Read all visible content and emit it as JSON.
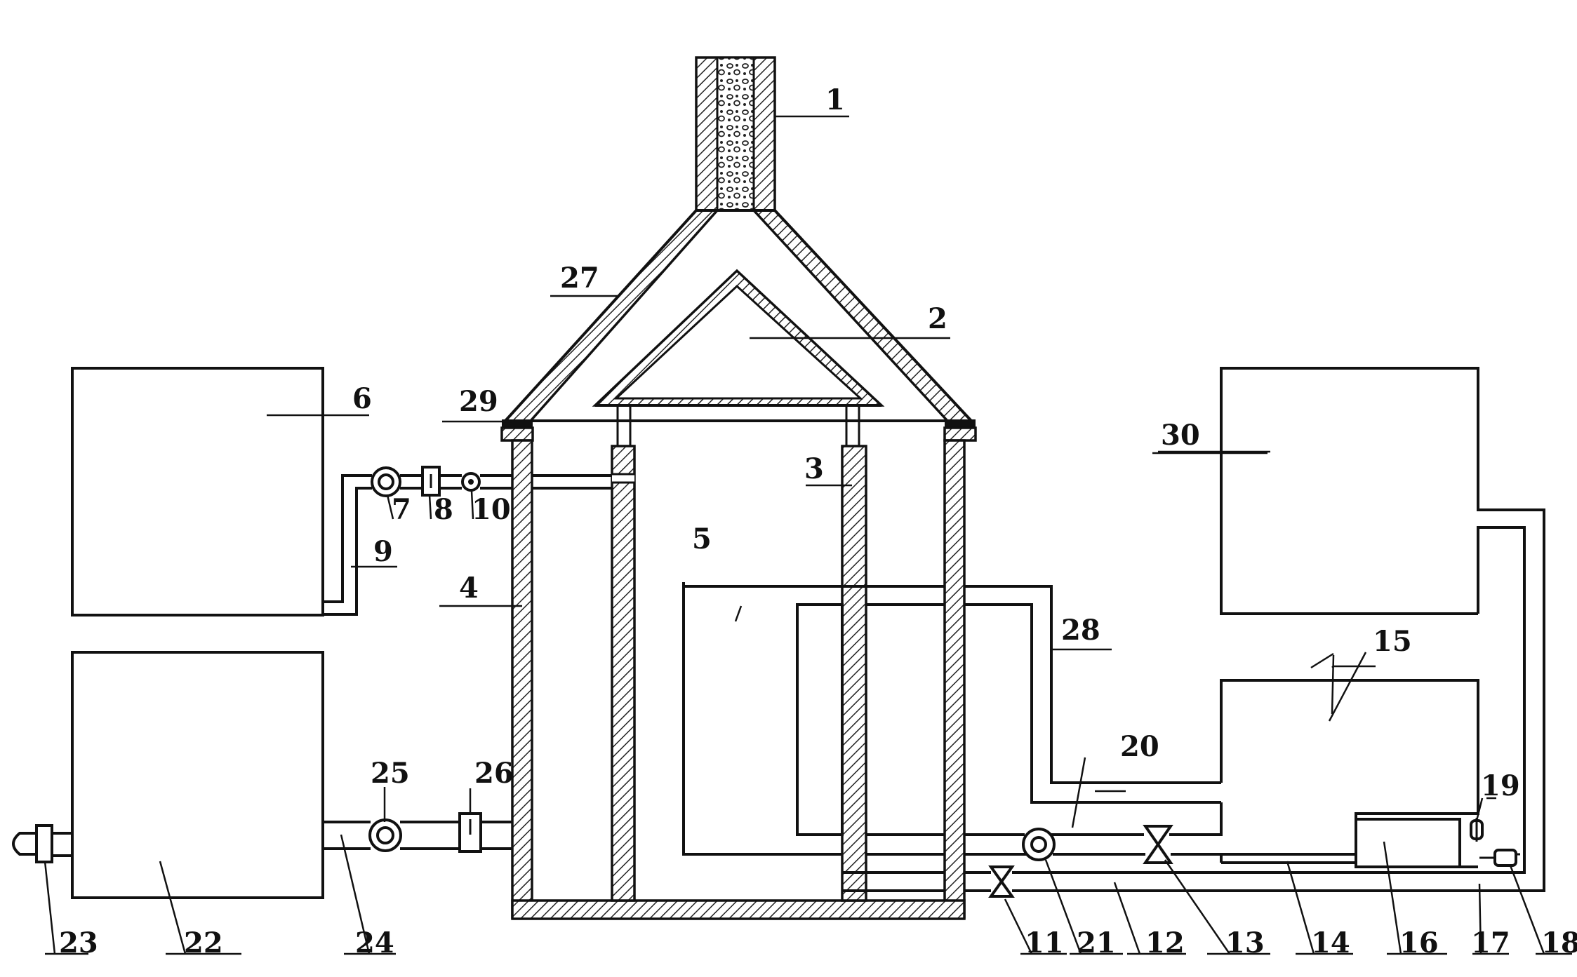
{
  "labels": {
    "n1": "1",
    "n2": "2",
    "n3": "3",
    "n4": "4",
    "n5": "5",
    "n6": "6",
    "n7": "7",
    "n8": "8",
    "n9": "9",
    "n10": "10",
    "n11": "11",
    "n12": "12",
    "n13": "13",
    "n14": "14",
    "n15": "15",
    "n16": "16",
    "n17": "17",
    "n18": "18",
    "n19": "19",
    "n20": "20",
    "n21": "21",
    "n22": "22",
    "n23": "23",
    "n24": "24",
    "n25": "25",
    "n26": "26",
    "n27": "27",
    "n28": "28",
    "n29": "29",
    "n30": "30"
  }
}
